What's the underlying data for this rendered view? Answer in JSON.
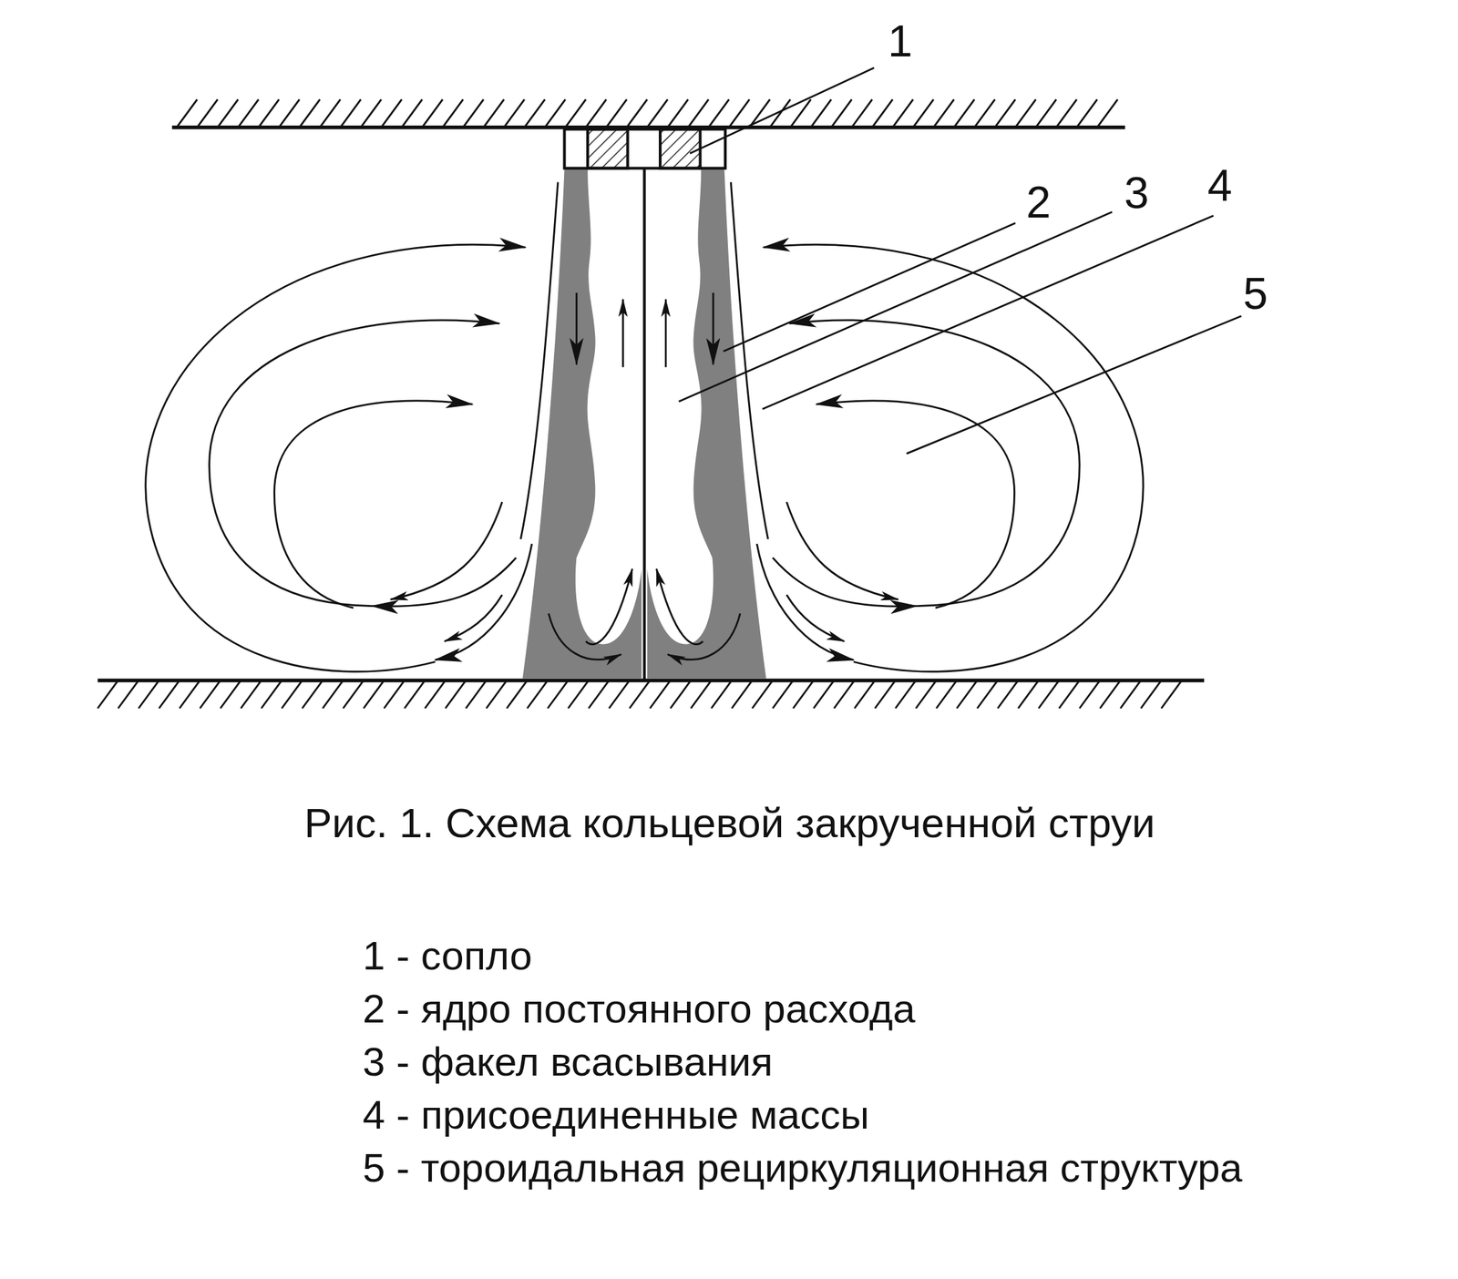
{
  "diagram": {
    "caption": "Рис. 1. Схема кольцевой закрученной струи",
    "labels": [
      "1",
      "2",
      "3",
      "4",
      "5",
      "1 - сопло",
      "2 - ядро постоянного расхода",
      "3 - факел всасывания",
      "4 - присоединенные массы",
      "5 - тороидальная рециркуляционная структура"
    ]
  }
}
